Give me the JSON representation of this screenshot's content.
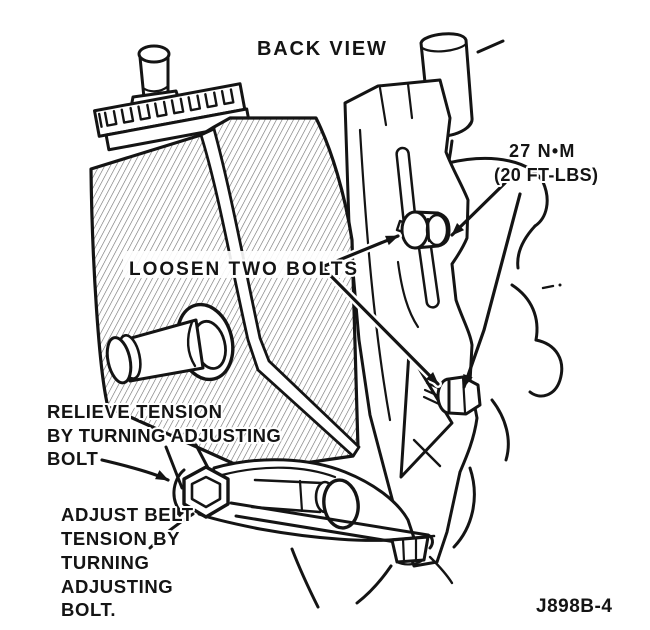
{
  "figure": {
    "title": "BACK VIEW",
    "code": "J898B-4",
    "callouts": {
      "torque": {
        "line1": "27 N•M",
        "line2": "(20 FT-LBS)"
      },
      "loosen_bolts": "LOOSEN TWO BOLTS",
      "relieve_tension": {
        "line1": "RELIEVE TENSION",
        "line2": "BY TURNING ADJUSTING",
        "line3": "BOLT"
      },
      "adjust_belt": {
        "line1": "ADJUST BELT",
        "line2": "TENSION BY",
        "line3": "TURNING",
        "line4": "ADJUSTING",
        "line5": "BOLT."
      }
    },
    "colors": {
      "ink": "#141414",
      "paper": "#ffffff",
      "shading": "#6e6e6e"
    }
  }
}
